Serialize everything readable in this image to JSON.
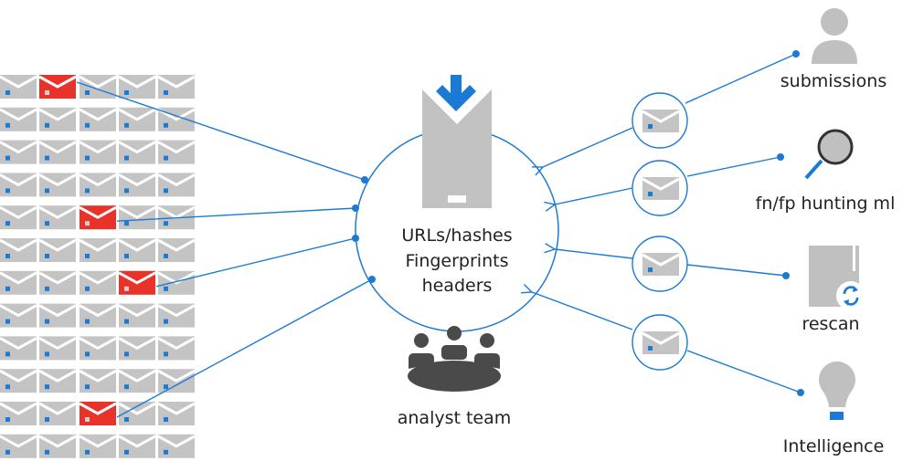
{
  "colors": {
    "accent_blue": "#1a7ad4",
    "alert_red": "#e8322a",
    "envelope_gray": "#c4c4c4",
    "icon_gray": "#c0c0c0",
    "team_dark": "#4a4a4a",
    "text": "#222222"
  },
  "mail_grid": {
    "rows": 12,
    "columns": 5,
    "flagged": [
      {
        "row": 0,
        "col": 1
      },
      {
        "row": 4,
        "col": 2
      },
      {
        "row": 6,
        "col": 3
      },
      {
        "row": 10,
        "col": 2
      }
    ]
  },
  "center": {
    "icon": "mail-download-icon",
    "lines": [
      "URLs/hashes",
      "Fingerprints",
      "headers"
    ]
  },
  "team": {
    "icon": "analyst-team-icon",
    "label": "analyst team"
  },
  "sources": [
    {
      "id": "submissions",
      "icon": "person-icon",
      "label": "submissions"
    },
    {
      "id": "hunting",
      "icon": "magnifier-icon",
      "label": "fn/fp hunting ml"
    },
    {
      "id": "rescan",
      "icon": "rescan-document-icon",
      "label": "rescan"
    },
    {
      "id": "intelligence",
      "icon": "lightbulb-icon",
      "label": "Intelligence"
    }
  ]
}
